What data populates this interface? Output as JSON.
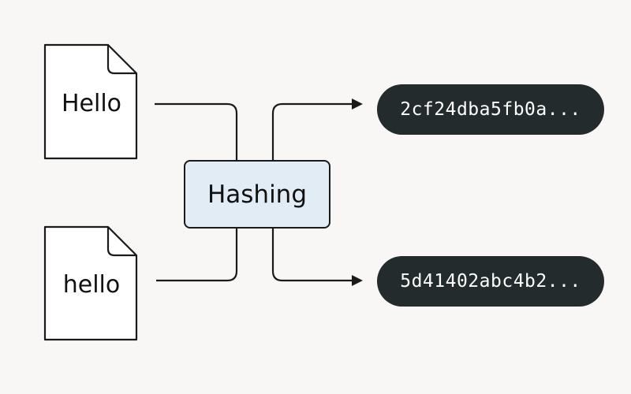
{
  "inputs": [
    {
      "text": "Hello"
    },
    {
      "text": "hello"
    }
  ],
  "process": {
    "label": "Hashing"
  },
  "outputs": [
    {
      "hash": "2cf24dba5fb0a..."
    },
    {
      "hash": "5d41402abc4b2..."
    }
  ],
  "icons": {
    "document": "document-icon",
    "arrow": "arrowhead"
  },
  "colors": {
    "background": "#f8f7f6",
    "stroke": "#1a1a1a",
    "process_fill": "#e2ecf4",
    "output_fill": "#242b2d",
    "output_text": "#ffffff"
  }
}
